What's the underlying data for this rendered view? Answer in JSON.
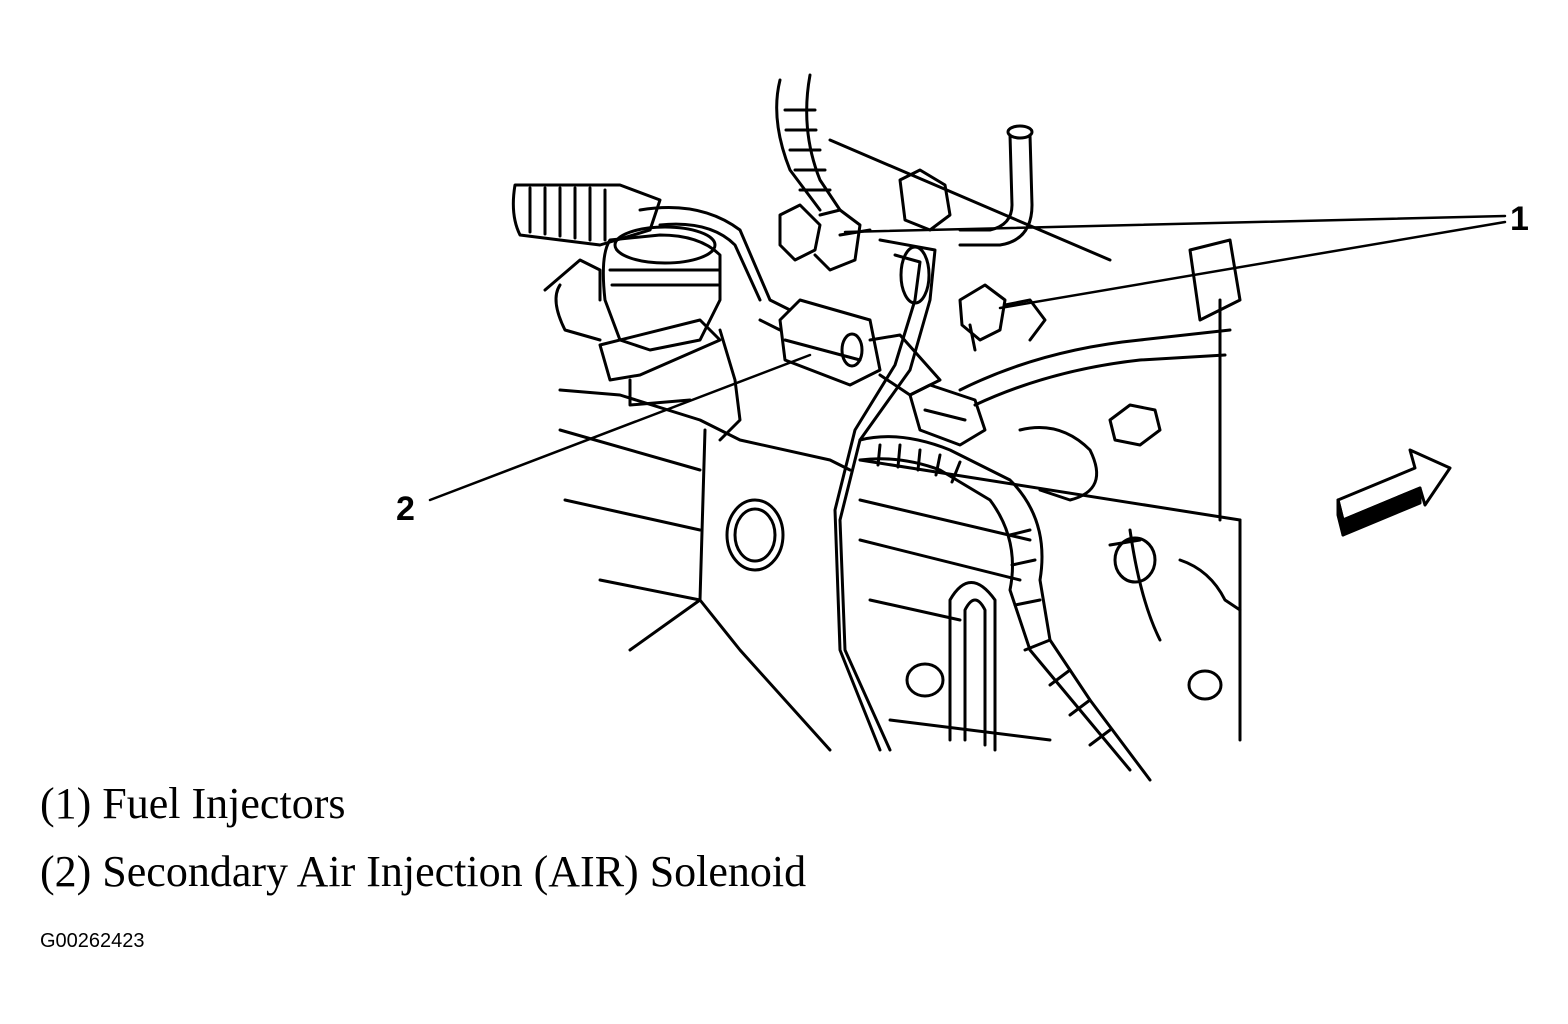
{
  "callouts": {
    "one": "1",
    "two": "2"
  },
  "legend": {
    "item1": "(1) Fuel Injectors",
    "item2": "(2) Secondary Air Injection (AIR) Solenoid"
  },
  "figure_id": "G00262423",
  "icons": {
    "direction": "arrow-forward-icon"
  },
  "colors": {
    "ink": "#000000",
    "paper": "#ffffff"
  }
}
